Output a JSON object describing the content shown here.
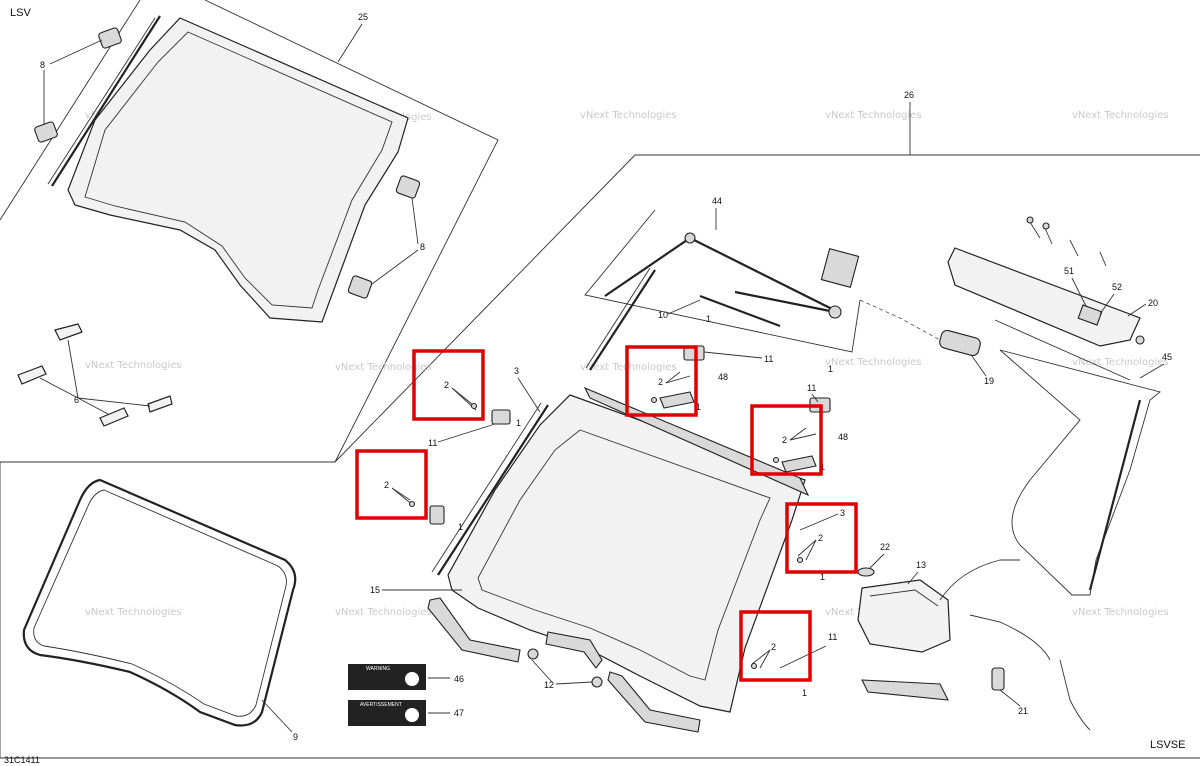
{
  "corner_labels": {
    "top_left": "LSV",
    "bottom_right": "LSVSE",
    "bottom_left": "31C1411"
  },
  "watermark": "vNext Technologies",
  "callouts": {
    "c1": "1",
    "c2": "2",
    "c3": "3",
    "c6": "6",
    "c8": "8",
    "c9": "9",
    "c10": "10",
    "c11": "11",
    "c12": "12",
    "c13": "13",
    "c15": "15",
    "c19": "19",
    "c20": "20",
    "c21": "21",
    "c22": "22",
    "c25": "25",
    "c26": "26",
    "c44": "44",
    "c45": "45",
    "c46": "46",
    "c47": "47",
    "c48": "48",
    "c51": "51",
    "c52": "52"
  },
  "decals": {
    "warning_title": "WARNING",
    "avertissement_title": "AVERTISSEMENT"
  },
  "highlight_color": "#e00000"
}
